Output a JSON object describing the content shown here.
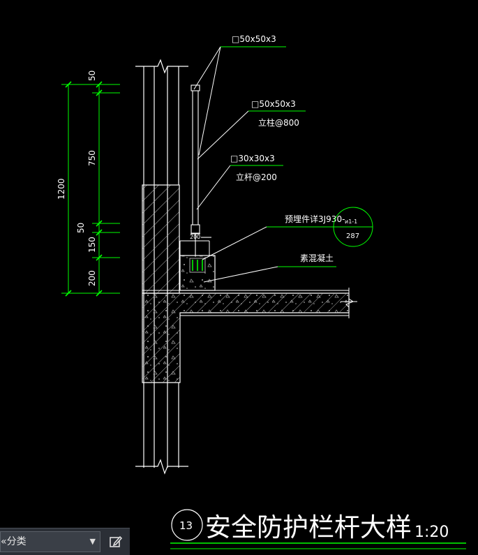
{
  "dimensions": {
    "d50_top": "50",
    "d750": "750",
    "d1200": "1200",
    "d50_mid": "50",
    "d150": "150",
    "d200": "200",
    "d200_base": "200"
  },
  "labels": {
    "tube_rail": "□50x50x3",
    "post_spec": "□50x50x3",
    "post_spacing": "立柱@800",
    "bar_spec": "□30x30x3",
    "bar_spacing": "立杆@200",
    "embed_ref": "预埋件详3J930-",
    "embed_ref_sup": "ᴎ1-1",
    "callout_page": "287",
    "concrete": "素混凝土"
  },
  "title": {
    "number": "13",
    "text": "安全防护栏杆大样",
    "scale": "1:20"
  },
  "toolbar": {
    "select_value": "«分类",
    "edit_icon": "edit-icon"
  },
  "colors": {
    "background": "#000000",
    "lines": "#ffffff",
    "dimension": "#00ff00",
    "hatch": "#cccccc"
  }
}
